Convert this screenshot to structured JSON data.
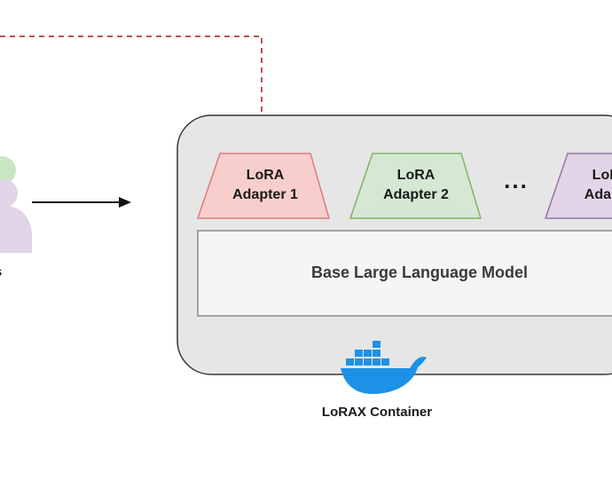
{
  "adapters": [
    {
      "label": "LoRA\nAdapter 1",
      "fill": "#f8cecc",
      "stroke": "#d97c7a"
    },
    {
      "label": "LoRA\nAdapter 2",
      "fill": "#d5e8d4",
      "stroke": "#82b366"
    },
    {
      "label": "LoRA\nAdapter",
      "fill": "#e1d5e7",
      "stroke": "#9673a6"
    }
  ],
  "ellipsis": "...",
  "base_model": {
    "label": "Base Large Language Model",
    "fill": "#f5f5f5",
    "stroke": "#8a8a8a"
  },
  "container": {
    "label": "LoRAX Container",
    "fill": "#e6e6e6",
    "stroke": "#333333",
    "icon": "docker-whale-icon",
    "icon_color": "#1d91e6"
  },
  "users": {
    "label": "s",
    "icon": "user-group-icon",
    "colors": [
      "#c9e6c3",
      "#e1d5e7"
    ]
  },
  "connector": {
    "style": "dashed",
    "color": "#b85450"
  }
}
